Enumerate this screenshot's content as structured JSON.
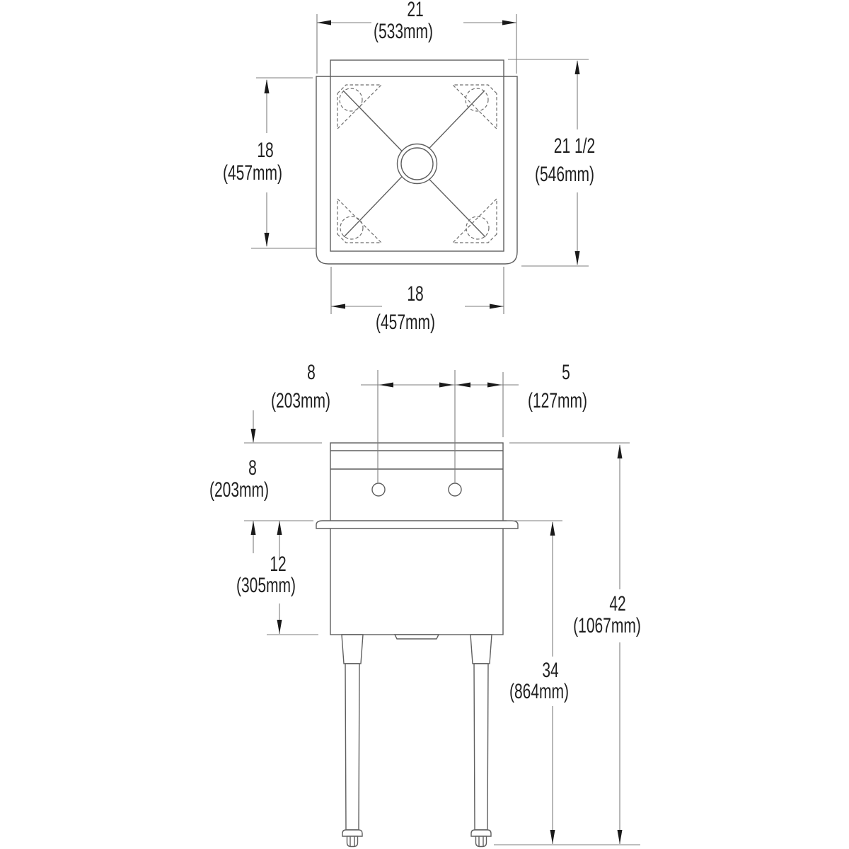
{
  "colors": {
    "background": "#ffffff",
    "object_line": "#5f5f5f",
    "dimension_line": "#7d7d7d",
    "arrow": "#1a1a1a",
    "text": "#1f1f1f"
  },
  "plan_view_dims": {
    "overall_width": {
      "inches": "21",
      "mm": "(533mm)"
    },
    "bowl_front_to_back": {
      "inches": "18",
      "mm": "(457mm)"
    },
    "overall_front_to_back": {
      "inches": "21 1/2",
      "mm": "(546mm)"
    },
    "bowl_width": {
      "inches": "18",
      "mm": "(457mm)"
    }
  },
  "front_view_dims": {
    "faucet_hole_spacing": {
      "inches": "8",
      "mm": "(203mm)"
    },
    "faucet_hole_to_edge": {
      "inches": "5",
      "mm": "(127mm)"
    },
    "deck_to_rim": {
      "inches": "8",
      "mm": "(203mm)"
    },
    "bowl_depth": {
      "inches": "12",
      "mm": "(305mm)"
    },
    "floor_to_rim": {
      "inches": "34",
      "mm": "(864mm)"
    },
    "overall_height": {
      "inches": "42",
      "mm": "(1067mm)"
    }
  }
}
